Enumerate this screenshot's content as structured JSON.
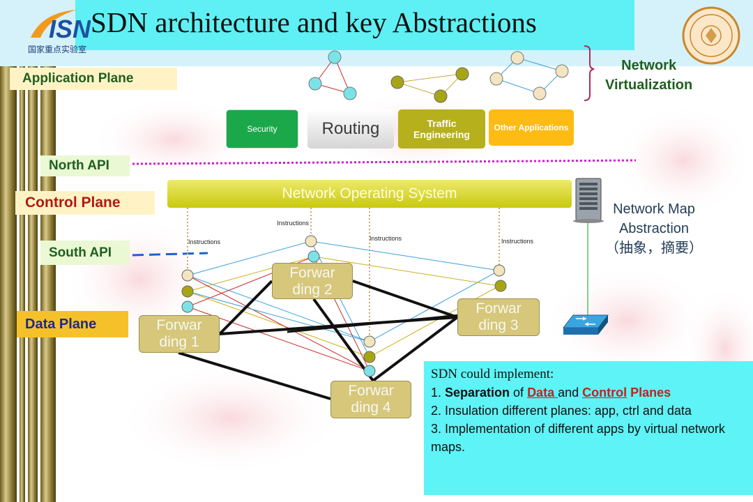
{
  "slide": {
    "title": "SDN architecture and key Abstractions",
    "logo_text": "国家重点实验室"
  },
  "planes": {
    "application": "Application Plane",
    "north_api": "North API",
    "control": "Control Plane",
    "south_api": "South API",
    "data": "Data Plane"
  },
  "apps": {
    "security": "Security",
    "routing": "Routing",
    "traffic": "Traffic Engineering",
    "other": "Other Applications"
  },
  "network_virtualization": {
    "line1": "Network",
    "line2": "Virtualization"
  },
  "nos_label": "Network Operating System",
  "instructions": [
    "Instructions",
    "Instructions",
    "Instructions",
    "Instructions"
  ],
  "map_abstraction": {
    "line1": "Network Map",
    "line2": "Abstraction",
    "line3": "（抽象，摘要）"
  },
  "forwarding": {
    "f1": {
      "l1": "Forwar",
      "l2": "ding  1"
    },
    "f2": {
      "l1": "Forwar",
      "l2": "ding  2"
    },
    "f3": {
      "l1": "Forwar",
      "l2": "ding 3"
    },
    "f4": {
      "l1": "Forwar",
      "l2": "ding 4"
    }
  },
  "note": {
    "heading": "SDN could implement:",
    "item1_prefix": "1. ",
    "item1_bold": "Separation",
    "item1_of": " of ",
    "item1_data": "Data ",
    "item1_and": " and ",
    "item1_control": "Control",
    "item1_planes": " Planes",
    "item2": "2. Insulation different planes: app, ctrl and data",
    "item3": "3. Implementation of different apps by virtual network maps."
  },
  "colors": {
    "title_band": "#5ef0f4",
    "security": "#1ba84a",
    "traffic": "#b6b01c",
    "other": "#fdbb13",
    "nos": "#c9c90d",
    "note_bg": "#5ef3f6",
    "accent_red": "#c0241a"
  },
  "icons": [
    "isn-logo-icon",
    "university-seal-icon",
    "server-icon",
    "switch-icon"
  ]
}
